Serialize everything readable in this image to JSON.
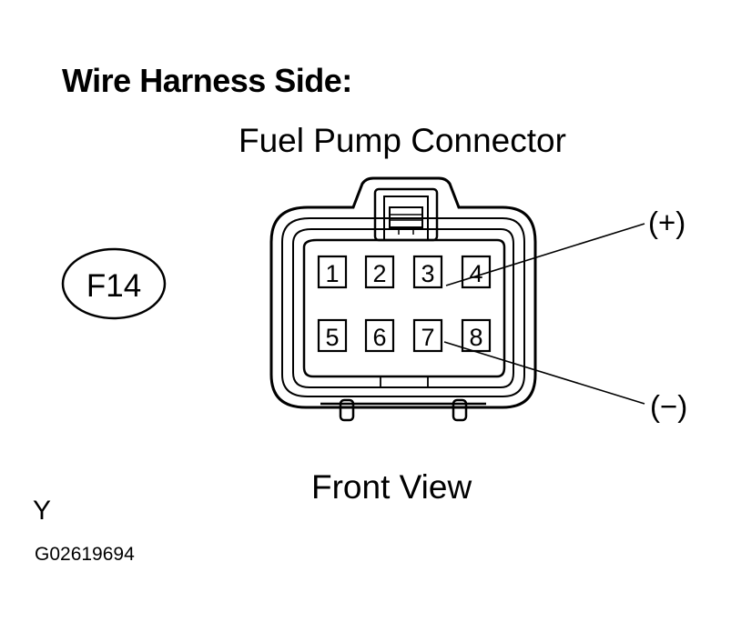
{
  "heading": "Wire Harness Side:",
  "connector_title": "Fuel Pump Connector",
  "view_label": "Front View",
  "connector_code": "F14",
  "pins": [
    "1",
    "2",
    "3",
    "4",
    "5",
    "6",
    "7",
    "8"
  ],
  "terminals": {
    "positive_label": "(+)",
    "negative_label": "(−)"
  },
  "corner_letter": "Y",
  "figure_code": "G02619694"
}
